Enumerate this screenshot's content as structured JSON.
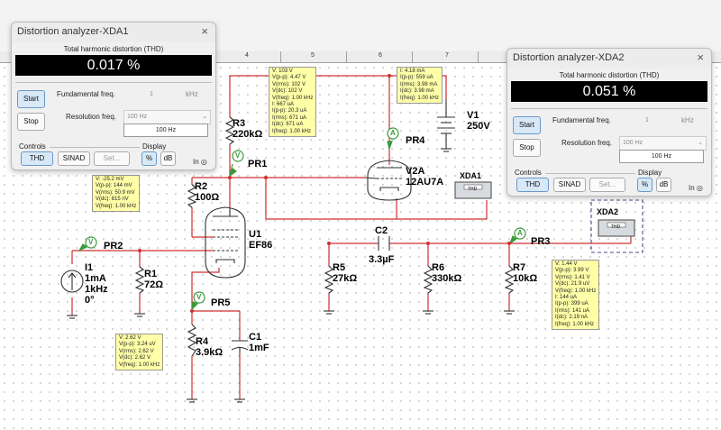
{
  "ruler": {
    "ticks": [
      "4",
      "5",
      "6",
      "7"
    ]
  },
  "xda1": {
    "title": "Distortion analyzer-XDA1",
    "close": "×",
    "subtitle": "Total harmonic distortion (THD)",
    "reading": "0.017 %",
    "start": "Start",
    "stop": "Stop",
    "fund_label": "Fundamental freq.",
    "fund_value": "1",
    "fund_unit": "kHz",
    "res_label": "Resolution freq.",
    "res_select": "100 Hz",
    "res_value": "100 Hz",
    "controls_label": "Controls",
    "display_label": "Display",
    "thd": "THD",
    "sinad": "SINAD",
    "set": "Set...",
    "pct": "%",
    "db": "dB",
    "in_label": "In"
  },
  "xda2": {
    "title": "Distortion analyzer-XDA2",
    "close": "×",
    "subtitle": "Total harmonic distortion (THD)",
    "reading": "0.051 %",
    "start": "Start",
    "stop": "Stop",
    "fund_label": "Fundamental freq.",
    "fund_value": "1",
    "fund_unit": "kHz",
    "res_label": "Resolution freq.",
    "res_select": "100 Hz",
    "res_value": "100 Hz",
    "controls_label": "Controls",
    "display_label": "Display",
    "thd": "THD",
    "sinad": "SINAD",
    "set": "Set...",
    "pct": "%",
    "db": "dB",
    "in_label": "In"
  },
  "components": {
    "r3": [
      "R3",
      "220kΩ"
    ],
    "r2": [
      "R2",
      "100Ω"
    ],
    "u1": [
      "U1",
      "EF86"
    ],
    "r1": [
      "R1",
      "72Ω"
    ],
    "i1": [
      "I1",
      "1mA",
      "1kHz",
      "0°"
    ],
    "r4": [
      "R4",
      "3.9kΩ"
    ],
    "c1": [
      "C1",
      "1mF"
    ],
    "r5": [
      "R5",
      "27kΩ"
    ],
    "c2": [
      "C2",
      "3.3µF"
    ],
    "r6": [
      "R6",
      "330kΩ"
    ],
    "r7": [
      "R7",
      "10kΩ"
    ],
    "v2a": [
      "V2A",
      "12AU7A"
    ],
    "v1": [
      "V1",
      "250V"
    ],
    "xda1_sym": "XDA1",
    "xda2_sym": "XDA2",
    "thd_sym": "THD"
  },
  "probe_names": {
    "pr1": "PR1",
    "pr2": "PR2",
    "pr3": "PR3",
    "pr4": "PR4",
    "pr5": "PR5",
    "letter_v": "V",
    "letter_a": "A"
  },
  "probes": {
    "pr1": [
      "V: 103 V",
      "V(p-p): 4.47 V",
      "V(rms): 102 V",
      "V(dc): 102 V",
      "V(freq): 1.00 kHz",
      "I: 667 uA",
      "I(p-p): 20.3 uA",
      "I(rms): 671 uA",
      "I(dc): 671 uA",
      "I(freq): 1.00 kHz"
    ],
    "pr4": [
      "I: 4.18 mA",
      "I(p-p): 559 uA",
      "I(rms): 3.98 mA",
      "I(dc): 3.98 mA",
      "I(freq): 1.00 kHz"
    ],
    "pr2": [
      "V: -25.2 mV",
      "V(p-p): 144 mV",
      "V(rms): 50.9 mV",
      "V(dc): 815 nV",
      "V(freq): 1.00 kHz"
    ],
    "pr5": [
      "V: 2.62 V",
      "V(p-p): 3.24 uV",
      "V(rms): 2.62 V",
      "V(dc): 2.62 V",
      "V(freq): 1.00 kHz"
    ],
    "pr3": [
      "V: 1.44 V",
      "V(p-p): 3.99 V",
      "V(rms): 1.41 V",
      "V(dc): 21.9 uV",
      "V(freq): 1.00 kHz",
      "I: 144 uA",
      "I(p-p): 399 uA",
      "I(rms): 141 uA",
      "I(dc): 2.19 nA",
      "I(freq): 1.00 kHz"
    ]
  },
  "colors": {
    "wire": "#d03030",
    "wire_dark": "#303030",
    "probe_green": "#3a9a3a",
    "probe_bg": "#ffffa8",
    "accent": "#6a98c8"
  }
}
